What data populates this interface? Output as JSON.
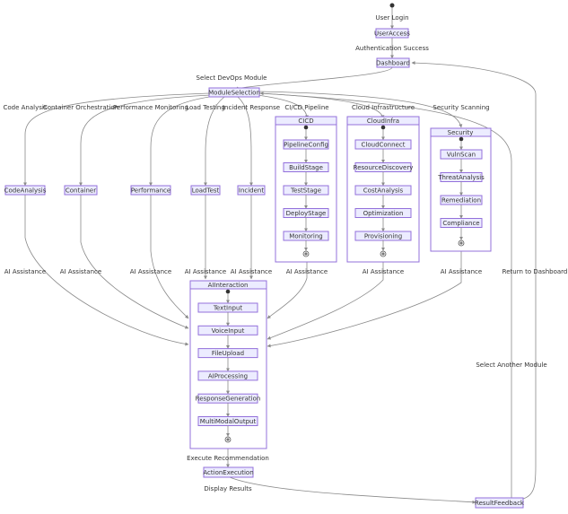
{
  "nodes": {
    "user_access": "UserAccess",
    "dashboard": "Dashboard",
    "module_selection": "ModuleSelection",
    "code_analysis": "CodeAnalysis",
    "container": "Container",
    "performance": "Performance",
    "load_test": "LoadTest",
    "incident": "Incident",
    "action_execution": "ActionExecution",
    "result_feedback": "ResultFeedback"
  },
  "clusters": {
    "cicd": {
      "title": "CICD",
      "steps": [
        "PipelineConfig",
        "BuildStage",
        "TestStage",
        "DeployStage",
        "Monitoring"
      ]
    },
    "cloudinfra": {
      "title": "CloudInfra",
      "steps": [
        "CloudConnect",
        "ResourceDiscovery",
        "CostAnalysis",
        "Optimization",
        "Provisioning"
      ]
    },
    "security": {
      "title": "Security",
      "steps": [
        "VulnScan",
        "ThreatAnalysis",
        "Remediation",
        "Compliance"
      ]
    },
    "ai": {
      "title": "AIInteraction",
      "steps": [
        "TextInput",
        "VoiceInput",
        "FileUpload",
        "AIProcessing",
        "ResponseGeneration",
        "MultiModalOutput"
      ]
    }
  },
  "edge_labels": {
    "user_login": "User Login",
    "auth_success": "Authentication Success",
    "select_module": "Select DevOps Module",
    "code_analysis": "Code Analysis",
    "container_orchestration": "Container Orchestration",
    "performance_monitoring": "Performance Monitoring",
    "load_testing": "Load Testing",
    "incident_response": "Incident Response",
    "cicd_pipeline": "CI/CD Pipeline",
    "cloud_infrastructure": "Cloud Infrastructure",
    "security_scanning": "Security Scanning",
    "ai_assistance": "AI Assistance",
    "execute_recommendation": "Execute Recommendation",
    "display_results": "Display Results",
    "select_another": "Select Another Module",
    "return_dashboard": "Return to Dashboard"
  }
}
